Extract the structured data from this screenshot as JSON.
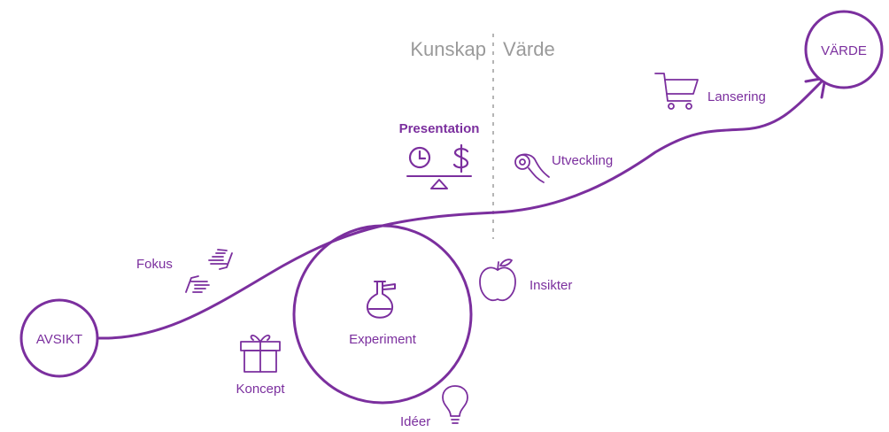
{
  "colors": {
    "accent": "#7b2f9e",
    "divider": "#b5b5b5",
    "header_text": "#9a9a9a"
  },
  "header": {
    "left": "Kunskap",
    "right": "Värde"
  },
  "nodes": {
    "start": "AVSIKT",
    "end": "VÄRDE"
  },
  "experiment": {
    "label": "Experiment",
    "icon": "flask-icon"
  },
  "presentation": {
    "label": "Presentation",
    "icons": [
      "clock-icon",
      "dollar-icon",
      "balance-scale-icon"
    ]
  },
  "steps": [
    {
      "label": "Fokus",
      "icon": "hands-focus-icon"
    },
    {
      "label": "Koncept",
      "icon": "gift-icon"
    },
    {
      "label": "Idéer",
      "icon": "lightbulb-icon"
    },
    {
      "label": "Insikter",
      "icon": "apple-icon"
    },
    {
      "label": "Utveckling",
      "icon": "wrench-icon"
    },
    {
      "label": "Lansering",
      "icon": "shopping-cart-icon"
    }
  ]
}
